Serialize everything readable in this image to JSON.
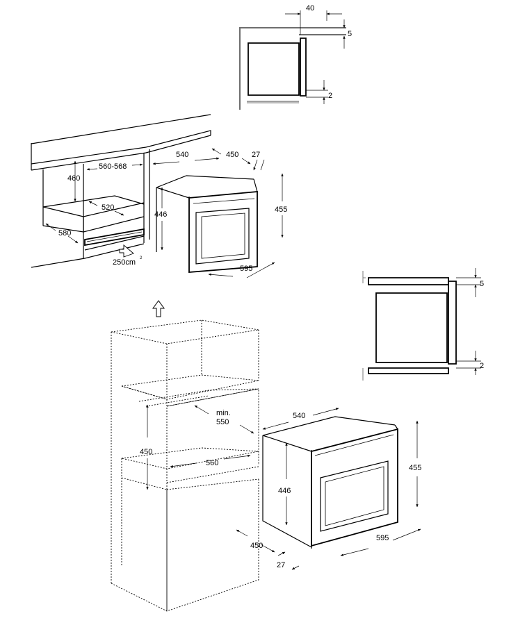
{
  "labels": {
    "detail_top_depth": "40",
    "detail_top_gap": "5",
    "detail_top_bottom_gap": "2",
    "detail_right_gap": "5",
    "detail_right_bottom_gap": "2",
    "niche_width_range": "560-568",
    "niche_height": "460",
    "niche_inner_width": "520",
    "niche_depth": "580",
    "vent_area": "250cm",
    "vent_area_sup": "2",
    "oven1_width": "540",
    "oven1_depth": "450",
    "oven1_front": "27",
    "oven1_height": "455",
    "oven1_inner_height": "446",
    "oven1_front_width": "595",
    "column_min_label": "min.",
    "column_min_depth": "550",
    "column_niche_height": "450",
    "column_niche_width": "560",
    "oven2_width": "540",
    "oven2_height": "455",
    "oven2_inner_height": "446",
    "oven2_front_width": "595",
    "oven2_depth": "450",
    "oven2_front": "27"
  },
  "icons": [
    "dimension-arrow-icon",
    "ventilation-arrow-icon",
    "up-arrow-icon"
  ]
}
